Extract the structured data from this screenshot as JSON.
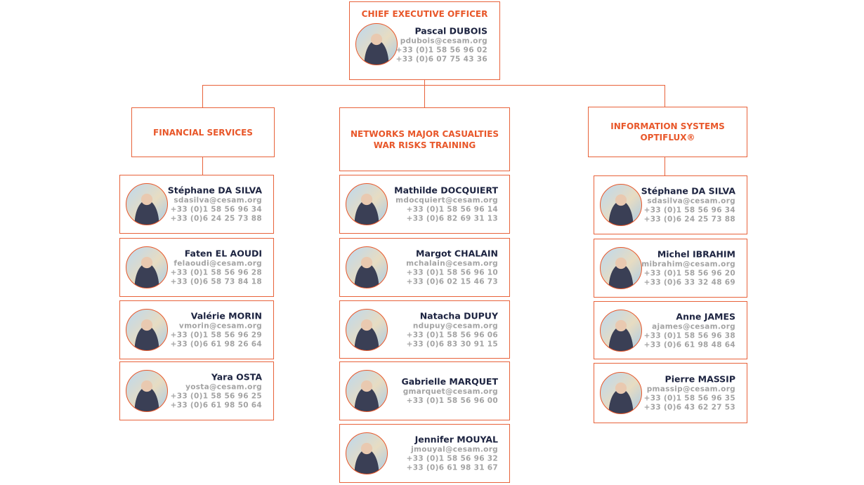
{
  "ceo": {
    "title": "CHIEF EXECUTIVE OFFICER",
    "name": "Pascal  DUBOIS",
    "email": "pdubois@cesam.org",
    "phones": [
      "+33 (0)1 58 56 96 02",
      "+33 (0)6 07 75 43 36"
    ]
  },
  "departments": [
    {
      "title": [
        "FINANCIAL SERVICES"
      ],
      "members": [
        {
          "name": "Stéphane DA SILVA",
          "email": "sdasilva@cesam.org",
          "phones": [
            "+33 (0)1 58 56 96 34",
            "+33 (0)6 24 25 73 88"
          ]
        },
        {
          "name": "Faten EL AOUDI",
          "email": "felaoudi@cesam.org",
          "phones": [
            "+33 (0)1 58 56 96 28",
            "+33 (0)6 58 73 84 18"
          ]
        },
        {
          "name": "Valérie MORIN",
          "email": "vmorin@cesam.org",
          "phones": [
            "+33 (0)1 58 56 96 29",
            "+33 (0)6 61 98 26 64"
          ]
        },
        {
          "name": "Yara OSTA",
          "email": "yosta@cesam.org",
          "phones": [
            "+33 (0)1 58 56 96 25",
            "+33 (0)6 61 98 50 64"
          ]
        }
      ]
    },
    {
      "title": [
        "NETWORKS MAJOR CASUALTIES",
        "WAR RISKS TRAINING"
      ],
      "members": [
        {
          "name": "Mathilde DOCQUIERT",
          "email": "mdocquiert@cesam.org",
          "phones": [
            "+33 (0)1 58 56 96 14",
            "+33 (0)6 82 69 31 13"
          ]
        },
        {
          "name": "Margot CHALAIN",
          "email": "mchalain@cesam.org",
          "phones": [
            "+33 (0)1 58 56 96 10",
            "+33 (0)6 02 15 46 73"
          ]
        },
        {
          "name": "Natacha DUPUY",
          "email": "ndupuy@cesam.org",
          "phones": [
            "+33 (0)1 58 56 96 06",
            "+33 (0)6 83 30 91 15"
          ]
        },
        {
          "name": "Gabrielle MARQUET",
          "email": "gmarquet@cesam.org",
          "phones": [
            "+33 (0)1 58 56 96 00"
          ]
        },
        {
          "name": "Jennifer MOUYAL",
          "email": "jmouyal@cesam.org",
          "phones": [
            "+33 (0)1 58 56 96 32",
            "+33 (0)6 61 98 31 67"
          ]
        }
      ]
    },
    {
      "title": [
        "INFORMATION SYSTEMS",
        "OPTIFLUX®"
      ],
      "members": [
        {
          "name": "Stéphane DA SILVA",
          "email": "sdasilva@cesam.org",
          "phones": [
            "+33 (0)1 58 56 96 34",
            "+33 (0)6 24 25 73 88"
          ]
        },
        {
          "name": "Michel IBRAHIM",
          "email": "mibrahim@cesam.org",
          "phones": [
            "+33 (0)1 58 56 96 20",
            "+33 (0)6 33 32 48 69"
          ]
        },
        {
          "name": "Anne JAMES",
          "email": "ajames@cesam.org",
          "phones": [
            "+33 (0)1 58 56 96 38",
            "+33 (0)6 61 98 48 64"
          ]
        },
        {
          "name": "Pierre MASSIP",
          "email": "pmassip@cesam.org",
          "phones": [
            "+33 (0)1 58 56 96 35",
            "+33 (0)6 43 62 27 53"
          ]
        }
      ]
    }
  ]
}
